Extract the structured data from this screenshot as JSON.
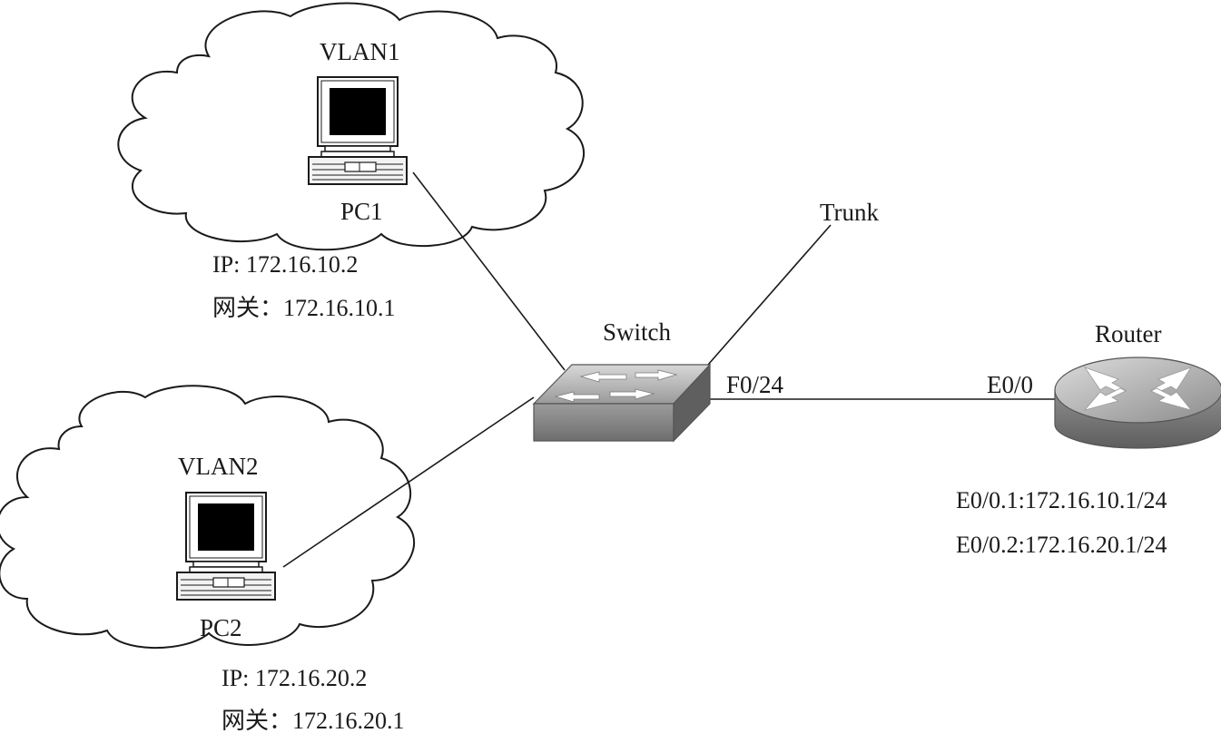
{
  "vlan1": {
    "name": "VLAN1",
    "pc": "PC1",
    "ip": "IP: 172.16.10.2",
    "gateway": "网关：172.16.10.1"
  },
  "vlan2": {
    "name": "VLAN2",
    "pc": "PC2",
    "ip": "IP: 172.16.20.2",
    "gateway": "网关：172.16.20.1"
  },
  "switch": {
    "name": "Switch",
    "port": "F0/24"
  },
  "trunk_label": "Trunk",
  "router": {
    "name": "Router",
    "port": "E0/0",
    "subif1": "E0/0.1:172.16.10.1/24",
    "subif2": "E0/0.2:172.16.20.1/24"
  },
  "colors": {
    "line": "#1a1a1a",
    "device_gray": "#8a8a8a",
    "screen": "#000000"
  },
  "icons": [
    "cloud-icon",
    "pc-icon",
    "switch-icon",
    "router-icon"
  ]
}
